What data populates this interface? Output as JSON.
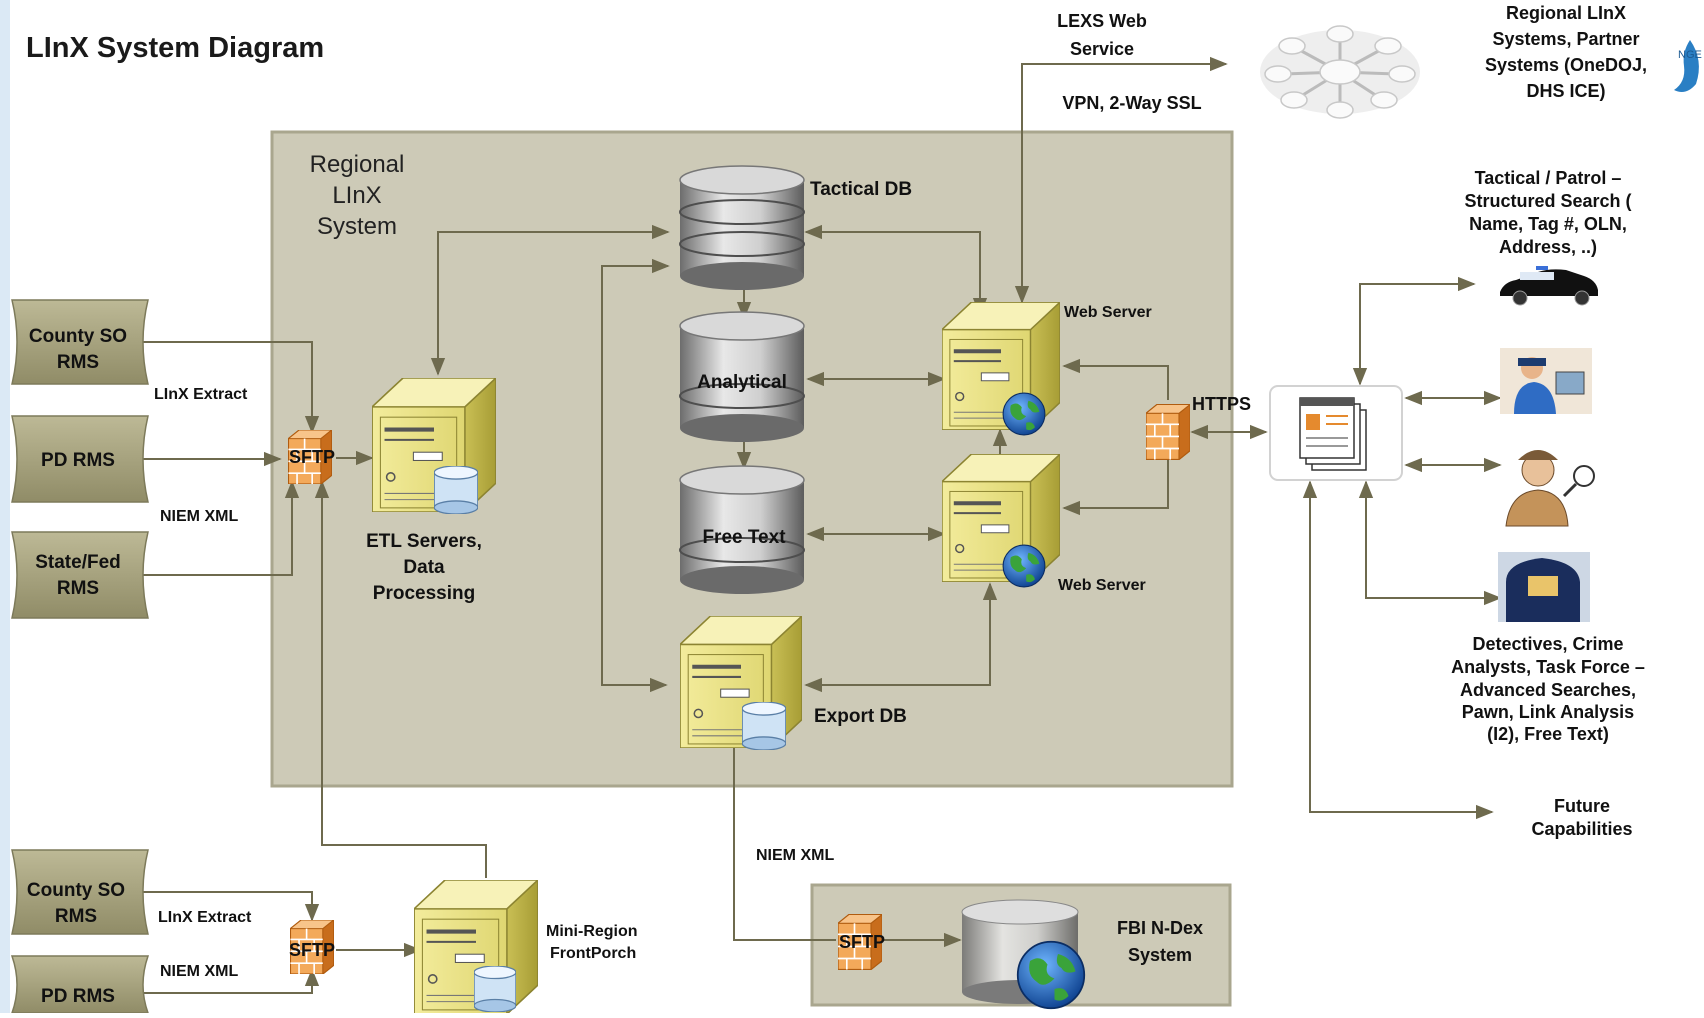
{
  "title": "LInX System Diagram",
  "region": {
    "line1": "Regional",
    "line2": "LInX",
    "line3": "System"
  },
  "sources_top": [
    {
      "line1": "County SO",
      "line2": "RMS"
    },
    {
      "line1": "PD RMS",
      "line2": ""
    },
    {
      "line1": "State/Fed",
      "line2": "RMS"
    }
  ],
  "sources_bottom": [
    {
      "line1": "County SO",
      "line2": "RMS"
    },
    {
      "line1": "PD RMS",
      "line2": ""
    }
  ],
  "labels": {
    "linx_extract": "LInX Extract",
    "niem_xml": "NIEM XML",
    "sftp": "SFTP",
    "https": "HTTPS",
    "niem_xml_export": "NIEM XML"
  },
  "nodes": {
    "etl": {
      "line1": "ETL Servers,",
      "line2": "Data",
      "line3": "Processing"
    },
    "tactical_db": "Tactical DB",
    "analytical": "Analytical",
    "free_text": "Free Text",
    "export_db": "Export DB",
    "web_server_1": "Web Server",
    "web_server_2": "Web Server",
    "mini_region": {
      "line1": "Mini-Region",
      "line2": "FrontPorch"
    },
    "fbi": {
      "line1": "FBI N-Dex",
      "line2": "System"
    }
  },
  "lexs": {
    "line1": "LEXS Web",
    "line2": "Service",
    "line3": "VPN, 2-Way SSL"
  },
  "regional_partners": {
    "line1": "Regional LInX",
    "line2": "Systems, Partner",
    "line3": "Systems (OneDOJ,",
    "line4": "DHS ICE)"
  },
  "tactical_users": {
    "line1": "Tactical / Patrol –",
    "line2": "Structured Search (",
    "line3": "Name, Tag #, OLN,",
    "line4": "Address, ..)"
  },
  "detectives": {
    "line1": "Detectives, Crime",
    "line2": "Analysts, Task Force –",
    "line3": "Advanced Searches,",
    "line4": "Pawn, Link Analysis",
    "line5": "(I2), Free Text)"
  },
  "future": {
    "line1": "Future",
    "line2": "Capabilities"
  },
  "logo_fragment": "NGE",
  "colors": {
    "region_fill": "#cdcab7",
    "region_border": "#a9a68e",
    "source_fill": "#a8a47f",
    "server_fill": "#e4dc7d",
    "firewall": "#e58a2e",
    "connector": "#6e6a4e"
  },
  "icons": {
    "server": "server-icon",
    "database": "database-icon",
    "firewall": "firewall-icon",
    "globe": "globe-icon",
    "web_app": "web-app-icon",
    "network": "network-icon",
    "police_car": "police-car-icon",
    "officer": "officer-icon",
    "detective": "detective-icon",
    "task_force": "task-force-icon"
  }
}
